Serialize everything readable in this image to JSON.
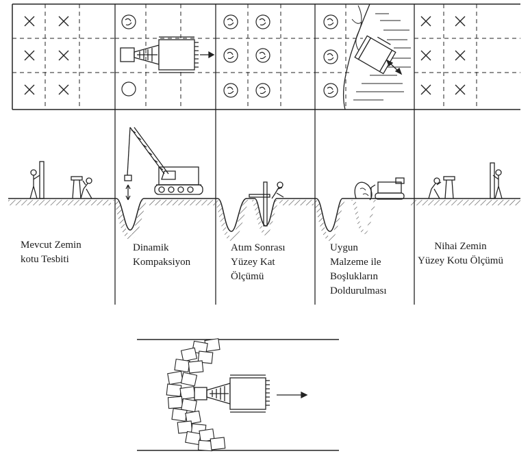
{
  "stages": [
    {
      "id": "mevcut",
      "lines": [
        "Mevcut Zemin",
        "kotu Tesbiti"
      ]
    },
    {
      "id": "dinamik",
      "lines": [
        "Dinamik",
        "Kompaksiyon"
      ]
    },
    {
      "id": "atim",
      "lines": [
        "Atım Sonrası",
        "Yüzey Kat",
        "Ölçümü"
      ]
    },
    {
      "id": "uygun",
      "lines": [
        "Uygun",
        "Malzeme ile",
        "Boşlukların",
        "Doldurulması"
      ]
    },
    {
      "id": "nihai",
      "lines": [
        "Nihai Zemin",
        "Yüzey Kotu Ölçümü"
      ]
    }
  ]
}
